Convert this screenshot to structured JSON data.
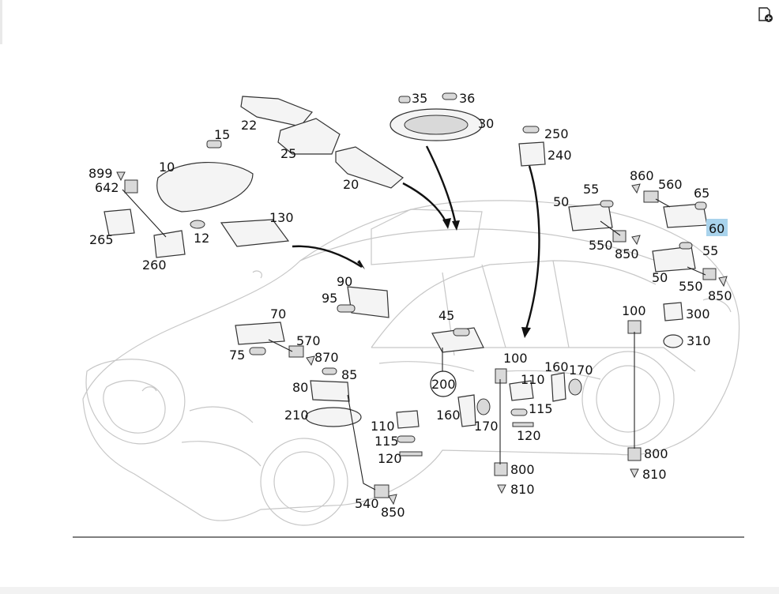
{
  "toolbar": {
    "icon": "add-page-icon"
  },
  "highlight": {
    "label": "60",
    "color": "#a9d3ec"
  },
  "callouts": [
    {
      "id": "22",
      "label": "22"
    },
    {
      "id": "15",
      "label": "15"
    },
    {
      "id": "10",
      "label": "10"
    },
    {
      "id": "899",
      "label": "899"
    },
    {
      "id": "642",
      "label": "642"
    },
    {
      "id": "265",
      "label": "265"
    },
    {
      "id": "260",
      "label": "260"
    },
    {
      "id": "12",
      "label": "12"
    },
    {
      "id": "25",
      "label": "25"
    },
    {
      "id": "20",
      "label": "20"
    },
    {
      "id": "130",
      "label": "130"
    },
    {
      "id": "35",
      "label": "35"
    },
    {
      "id": "36",
      "label": "36"
    },
    {
      "id": "30",
      "label": "30"
    },
    {
      "id": "250",
      "label": "250"
    },
    {
      "id": "240",
      "label": "240"
    },
    {
      "id": "860",
      "label": "860"
    },
    {
      "id": "560",
      "label": "560"
    },
    {
      "id": "65",
      "label": "65"
    },
    {
      "id": "55a",
      "label": "55"
    },
    {
      "id": "50a",
      "label": "50"
    },
    {
      "id": "550a",
      "label": "550"
    },
    {
      "id": "850a",
      "label": "850"
    },
    {
      "id": "55b",
      "label": "55"
    },
    {
      "id": "50b",
      "label": "50"
    },
    {
      "id": "550b",
      "label": "550"
    },
    {
      "id": "850b",
      "label": "850"
    },
    {
      "id": "90",
      "label": "90"
    },
    {
      "id": "95",
      "label": "95"
    },
    {
      "id": "70",
      "label": "70"
    },
    {
      "id": "570",
      "label": "570"
    },
    {
      "id": "75",
      "label": "75"
    },
    {
      "id": "870",
      "label": "870"
    },
    {
      "id": "85",
      "label": "85"
    },
    {
      "id": "80",
      "label": "80"
    },
    {
      "id": "210",
      "label": "210"
    },
    {
      "id": "45",
      "label": "45"
    },
    {
      "id": "200",
      "label": "200"
    },
    {
      "id": "100a",
      "label": "100"
    },
    {
      "id": "110a",
      "label": "110"
    },
    {
      "id": "160a",
      "label": "160"
    },
    {
      "id": "170a",
      "label": "170"
    },
    {
      "id": "115a",
      "label": "115"
    },
    {
      "id": "120a",
      "label": "120"
    },
    {
      "id": "160b",
      "label": "160"
    },
    {
      "id": "170b",
      "label": "170"
    },
    {
      "id": "110b",
      "label": "110"
    },
    {
      "id": "115b",
      "label": "115"
    },
    {
      "id": "120b",
      "label": "120"
    },
    {
      "id": "800a",
      "label": "800"
    },
    {
      "id": "810a",
      "label": "810"
    },
    {
      "id": "540",
      "label": "540"
    },
    {
      "id": "850c",
      "label": "850"
    },
    {
      "id": "100b",
      "label": "100"
    },
    {
      "id": "300",
      "label": "300"
    },
    {
      "id": "310",
      "label": "310"
    },
    {
      "id": "800b",
      "label": "800"
    },
    {
      "id": "810b",
      "label": "810"
    }
  ]
}
